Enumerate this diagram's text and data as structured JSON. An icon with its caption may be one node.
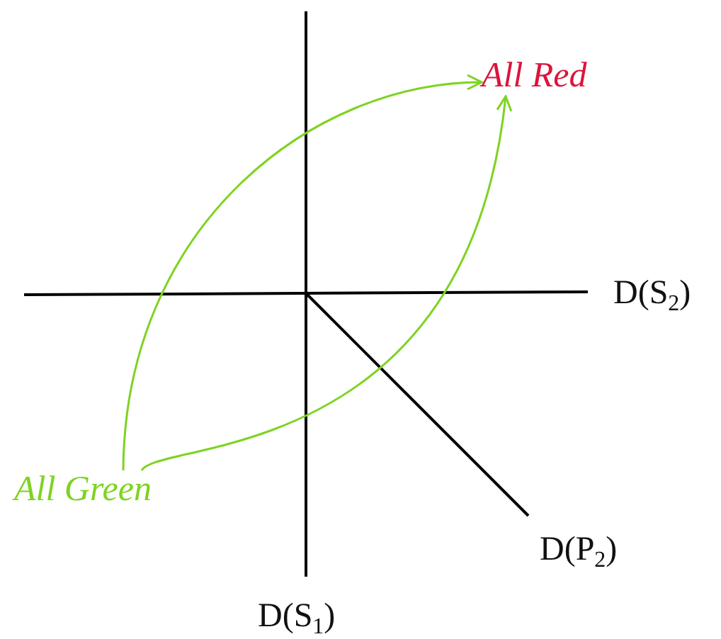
{
  "diagram": {
    "nodes": [
      {
        "text": [
          "All Red"
        ]
      },
      {
        "text": [
          "All Green"
        ]
      }
    ],
    "edges": [
      {
        "from": 1,
        "to": 0,
        "arrow": "to",
        "color": "#7ed321"
      },
      {
        "from": 1,
        "to": 0,
        "arrow": "to",
        "color": "#7ed321"
      }
    ],
    "labels": [
      "D(S$_{2}$)",
      "D(P$_{2}$)",
      "D(S$_{1}$)"
    ]
  }
}
